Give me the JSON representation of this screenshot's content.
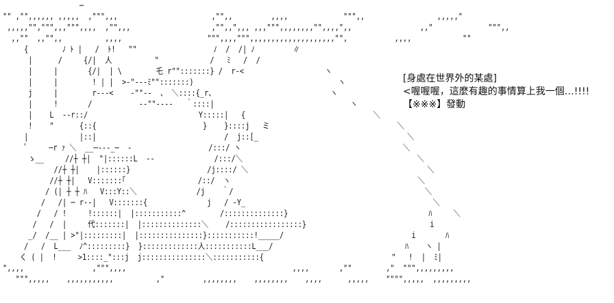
{
  "art_lines": [
    "                  ─",
    "\"\" ,\"\",,,,,, ,,,,,  ,\"\"\",,,                      ,\"\",,         ,,,,             \"\"\",,                 ,,,,,\"",
    " ,,,,,\"\",\"\"\",,,\"\"\",,,,  ,\"\",,,                   ,\"\",,\",,, ,,,\"\"\",,,,,,,,\"\",,,,\",,                ,,\"             \"\"\",,",
    "  ,,\"\"  ,,\"\",,          ,,,,                    \"\"\",,,,\"\"\",,,,,,,,,,,,,,,,,,,,\"\",           ,,,,            \"\"",
    "     {        ﾉ ﾄ |   /  ﾄ!   \"\"                  ﾉ  /  /| ﾉ         ∥",
    "      |      /     {/|  人          \"            /   ﾐ   /  /",
    "      |     |       {/|  | \\        乇 r\"\":::::::} /  r‐<                   ヽ",
    "      |     |        ! | |  >‐\"‐‐‐ﾐ\"\":::::::)                                  ヽ",
    "      j     |        r‐‐‐<    ‐\"\"‐‐  、 ＼::::{_r、                           ヽ",
    "      |     !       /           ‐‐\"\"‐‐‐‐   ｀::::|                                ヽ",
    "      |    L  ‐‐r::/                          Y:::::|   {                              ＼",
    "      !    \"      {::{                         }    }::::j   ミ                              ＼",
    "     |            |::|                              /  j::[_                                   ＼",
    "     ﾟ     ─r ｧ ＼  __─‐‐‐_─  ‐                  /:::/ ヽ                                      ＼",
    "      ゝ__     //┼ ┼|  \"|::::::L  ‐‐              /:::/＼                                         ＼",
    "            //┼ ┼|    |::::::}                  /j::::/ ＼                                          ＼",
    "           //┼ ┼|   V:::::::｢                 /::/  ヽ                                            ＼",
    "          / (| ┼ ┼ ﾊ   V:::Y::＼              /j    ｀/                                             ＼",
    "         /   /| ─ r‐‐|   V:::::::{              j   / ‐Y_                                            ＼",
    "        /   / !     !::::::|  |:::::::::::^        /::::::::::::::}                                 ﾊ     ＼",
    "       /   /  |     代:::::::|  |::::::::::::::＼    /:::::::::::::::::}                             i",
    "      _/  /__ | >\"|:::::::::|  |:::::::::::::::}:::::::::::!_____/                              i       ﾊ",
    "     /   /  L___  ﾉ^:::::::::}  }:::::::::::::人:::::::::::L___/                               ﾊ    ヽ |",
    "    く ( |  !     >1::::_\":::j  j:::::::::::::::＼:::::::::::{                              \"   !  |  ﾐ|",
    "\",,,,                ,\"\"\",,,,                                       ,,,,       ,\"\"        ,\"  \"\"\",,,,,,,,,",
    "   \"\"\",,,,,    ,,,,,,,,,,,          ,\"         ,,,,,,,,    ,,,,,,,,    ,,,,      ,,,,,    \"\"\"\",,,,,  ,,,,,,,,,"
  ],
  "caption": {
    "line1": "[身處在世界外的某處]",
    "line2": "<喔喔喔，這麼有趣的事情算上我一個…!!!!",
    "line3": "【※※※】發動"
  }
}
